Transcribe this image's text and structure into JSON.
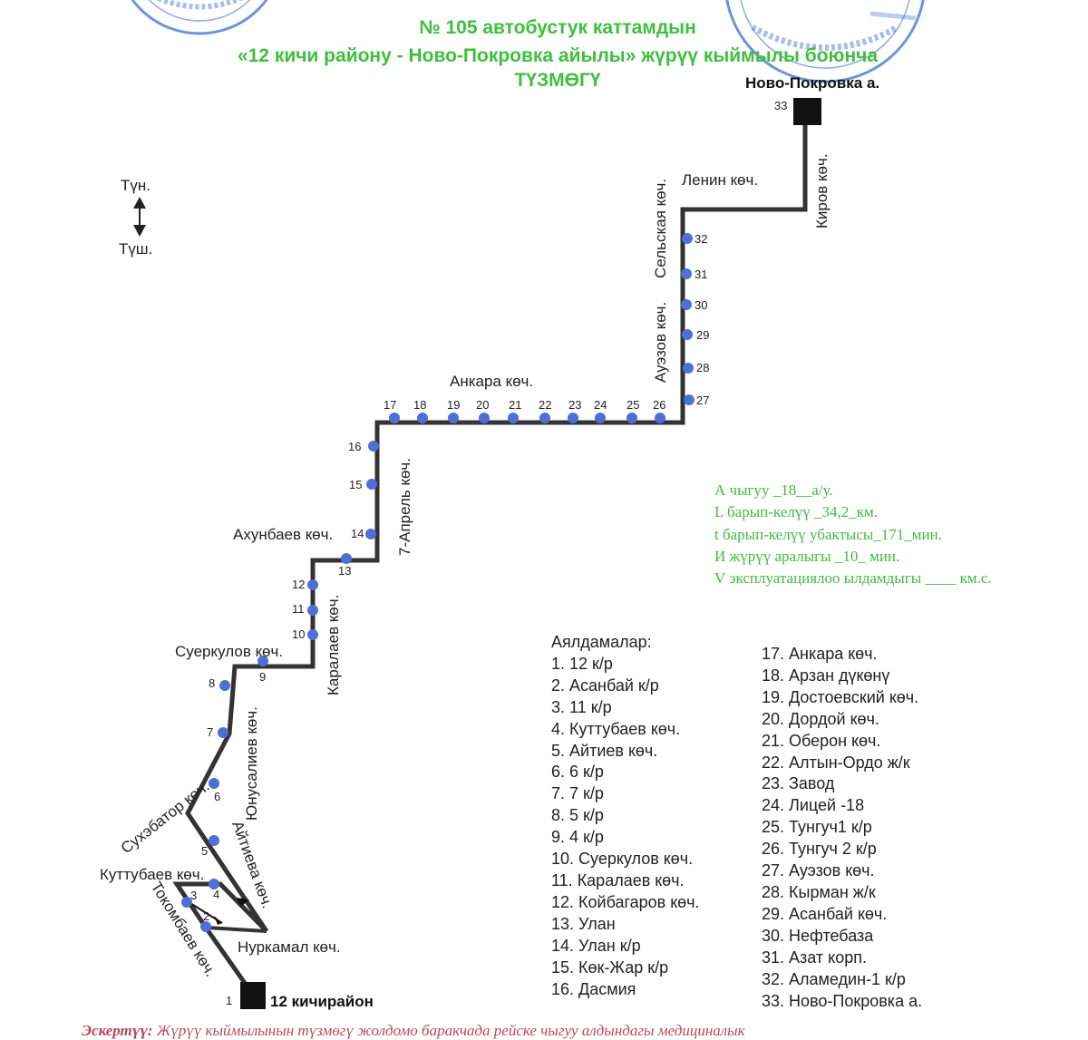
{
  "title": {
    "line1": "№ 105  автобустук каттамдын",
    "line2": "«12 кичи району - Ново-Покровка айылы» жүрүү кыймылы боюнча",
    "line3": "ТҮЗМӨГҮ"
  },
  "compass": {
    "north": "Түн.",
    "south": "Түш."
  },
  "terminals": {
    "start": "12 кичирайон",
    "end": "Ново-Покровка а."
  },
  "streets": {
    "lenin": "Ленин көч.",
    "kirov": "Киров көч.",
    "selskaya": "Сельская көч.",
    "auezov": "Ауэзов көч.",
    "ankara": "Анкара көч.",
    "april7": "7-Апрель көч.",
    "akhunbaev": "Ахунбаев көч.",
    "karalaev": "Каралаев көч.",
    "suerkulov": "Суеркулов көч.",
    "yunusaliev": "Юнусалиев көч.",
    "sukhebator": "Сухэбатор көч.",
    "aitiev": "Айтиева көч.",
    "kuttubaev": "Куттубаев көч.",
    "tokombaev": "Токомбаев көч.",
    "nurkamal": "Нуркамал көч."
  },
  "stop_numbers": [
    "1",
    "2",
    "3",
    "4",
    "5",
    "6",
    "7",
    "8",
    "9",
    "10",
    "11",
    "12",
    "13",
    "14",
    "15",
    "16",
    "17",
    "18",
    "19",
    "20",
    "21",
    "22",
    "23",
    "24",
    "25",
    "26",
    "27",
    "28",
    "29",
    "30",
    "31",
    "32",
    "33"
  ],
  "route_params": {
    "a": "А чыгуу  _18__а/у.",
    "l": "L барып-келүү  _34,2_км.",
    "t": "t барып-келүү убактысы_171_мин.",
    "i": "И жүрүү аралыгы _10_    мин.",
    "v": "V эксплуатациялоо ылдамдыгы ____ км.с."
  },
  "legend": {
    "heading": "Аялдамалар:",
    "col1": [
      "1. 12 к/р",
      "2. Асанбай к/р",
      "3. 11 к/р",
      "4. Куттубаев көч.",
      "5. Айтиев көч.",
      "6. 6 к/р",
      "7. 7 к/р",
      "8. 5 к/р",
      "9. 4 к/р",
      "10. Суеркулов көч.",
      "11. Каралаев көч.",
      "12. Койбагаров көч.",
      "13. Улан",
      "14. Улан к/р",
      "15. Көк-Жар к/р",
      "16. Дасмия"
    ],
    "col2": [
      "17. Анкара көч.",
      "18. Арзан дүкөнү",
      "19. Достоевский көч.",
      "20. Дордой көч.",
      "21. Оберон көч.",
      "22. Алтын-Ордо ж/к",
      "23. Завод",
      "24. Лицей -18",
      "25. Тунгуч1 к/р",
      "26. Тунгуч 2 к/р",
      "27. Ауэзов көч.",
      "28. Кырман ж/к",
      "29. Асанбай көч.",
      "30. Нефтебаза",
      "31. Азат корп.",
      "32. Аламедин-1 к/р",
      "33. Ново-Покровка а."
    ]
  },
  "note": {
    "label": "Эскертүү:",
    "text": " Жүрүү кыймылынын түзмөгү жолдомо баракчада рейске чыгуу алдындагы медициналык"
  },
  "colors": {
    "route": "#333333",
    "stop": "#4f6fd6",
    "title": "#3fbf3f",
    "params": "#45b845",
    "note": "#b8485a",
    "seal": "#3f6fd0"
  }
}
